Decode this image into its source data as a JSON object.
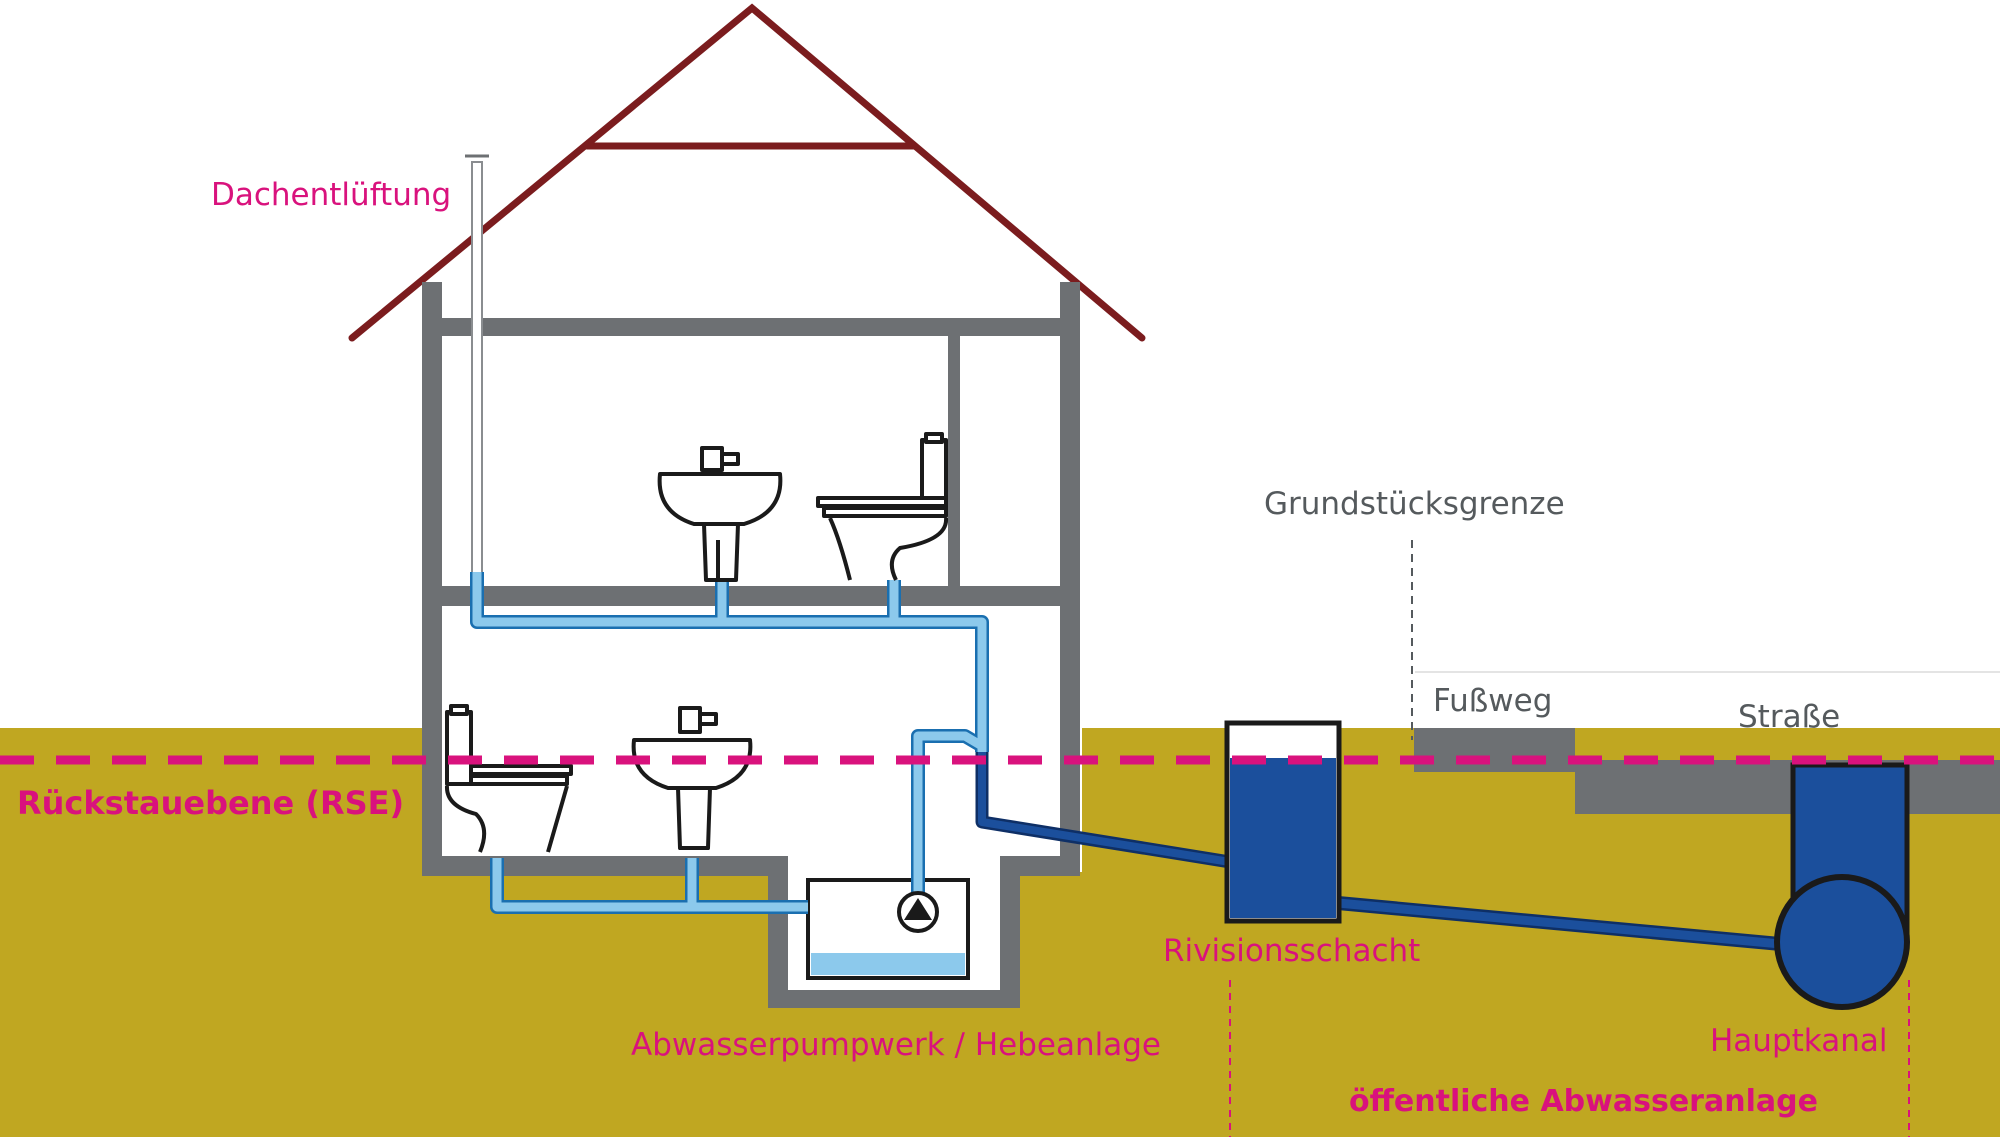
{
  "labels": {
    "roof_vent": "Dachentlüftung",
    "property_boundary": "Grundstücksgrenze",
    "footpath": "Fußweg",
    "street": "Straße",
    "backflow_level": "Rückstauebene (RSE)",
    "inspection_shaft": "Rivisionsschacht",
    "pump_station": "Abwasserpumpwerk / Hebeanlage",
    "main_sewer": "Hauptkanal",
    "public_sewer": "öffentliche Abwasseranlage"
  },
  "colors": {
    "ground": "#c0a721",
    "wall": "#6d7073",
    "roof": "#7b1c1e",
    "rse_line": "#d9127d",
    "label_pink": "#d9127d",
    "pipe_light": "#8cc9ec",
    "pipe_dark": "#1b4f9c",
    "fixture": "#1a1a1a"
  },
  "icons": [
    "toilet-icon",
    "sink-icon",
    "pump-icon"
  ]
}
